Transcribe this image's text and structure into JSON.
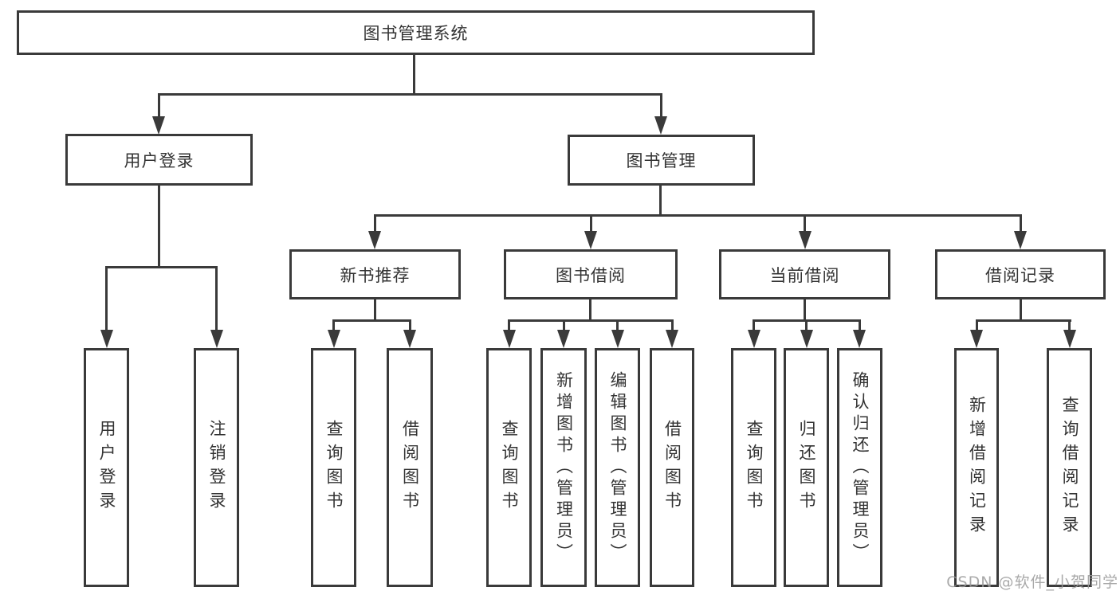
{
  "diagram": {
    "root": "图书管理系统",
    "level2": {
      "user_login": "用户登录",
      "book_mgmt": "图书管理"
    },
    "level3": {
      "new_book_rec": "新书推荐",
      "book_borrow": "图书借阅",
      "current_borrow": "当前借阅",
      "borrow_records": "借阅记录"
    },
    "leaves": {
      "user_login": "用户登录",
      "logout": "注销登录",
      "nbr_query": "查询图书",
      "nbr_borrow": "借阅图书",
      "bb_query": "查询图书",
      "bb_add": "新增图书（管理员）",
      "bb_edit": "编辑图书（管理员）",
      "bb_borrow": "借阅图书",
      "cb_query": "查询图书",
      "cb_return": "归还图书",
      "cb_confirm": "确认归还（管理员）",
      "br_add": "新增借阅记录",
      "br_query": "查询借阅记录"
    }
  },
  "colors": {
    "line": "#3a3a3a",
    "text": "#333333",
    "watermark_gray": "#9b9b9b",
    "background": "#ffffff"
  },
  "watermark": "CSDN @软件_小贺同学"
}
